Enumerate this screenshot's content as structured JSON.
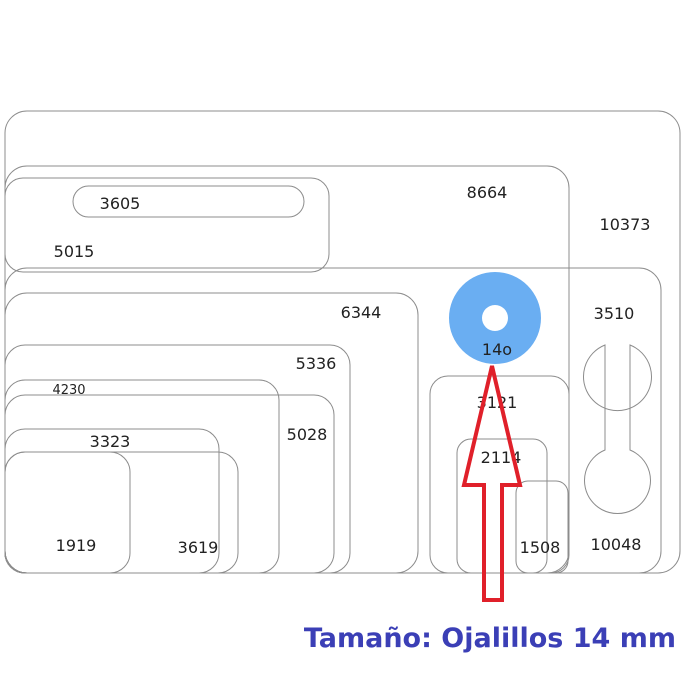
{
  "shapes": {
    "s10373": "10373",
    "s8664": "8664",
    "s3605": "3605",
    "s5015": "5015",
    "s6344": "6344",
    "s5336": "5336",
    "s4230": "4230",
    "s5028": "5028",
    "s3323": "3323",
    "s1919": "1919",
    "s3619": "3619",
    "s140": "14o",
    "s3121": "3121",
    "s2114": "2114",
    "s1508": "1508",
    "s3510": "3510",
    "s10048": "10048"
  },
  "caption": "Tamaño: Ojalillos 14 mm",
  "colors": {
    "eyelet_fill": "#6aaef2",
    "arrow": "#e0202a",
    "caption": "#3b3fb6",
    "outline": "#8c8c8c"
  }
}
